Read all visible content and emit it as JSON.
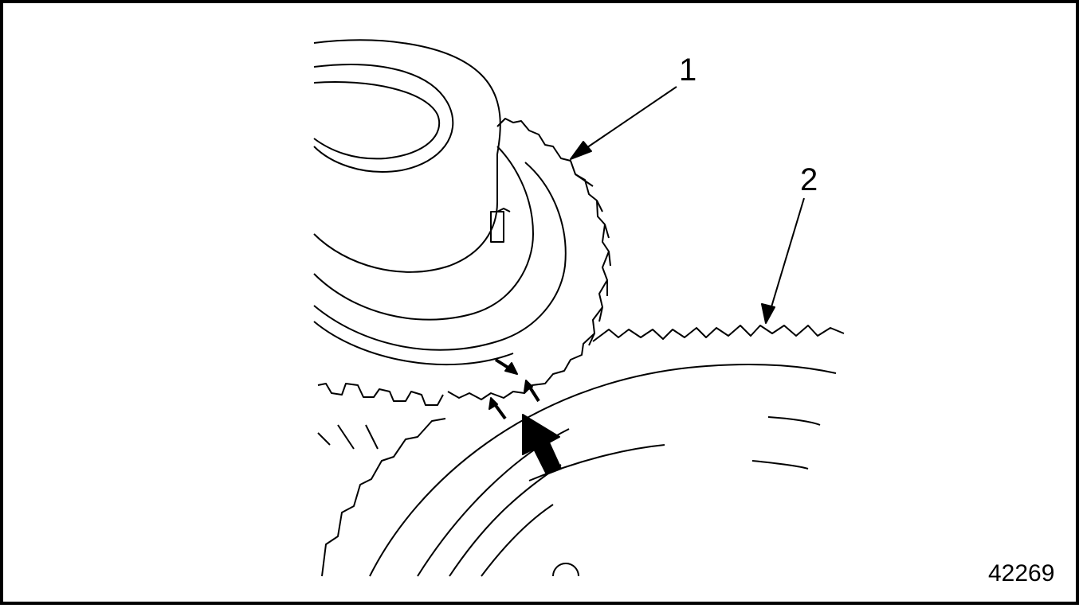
{
  "figure": {
    "number": "42269",
    "callouts": [
      {
        "label": "1",
        "target": "small-gear"
      },
      {
        "label": "2",
        "target": "large-gear"
      }
    ],
    "colors": {
      "line": "#000000",
      "background": "#ffffff"
    }
  }
}
